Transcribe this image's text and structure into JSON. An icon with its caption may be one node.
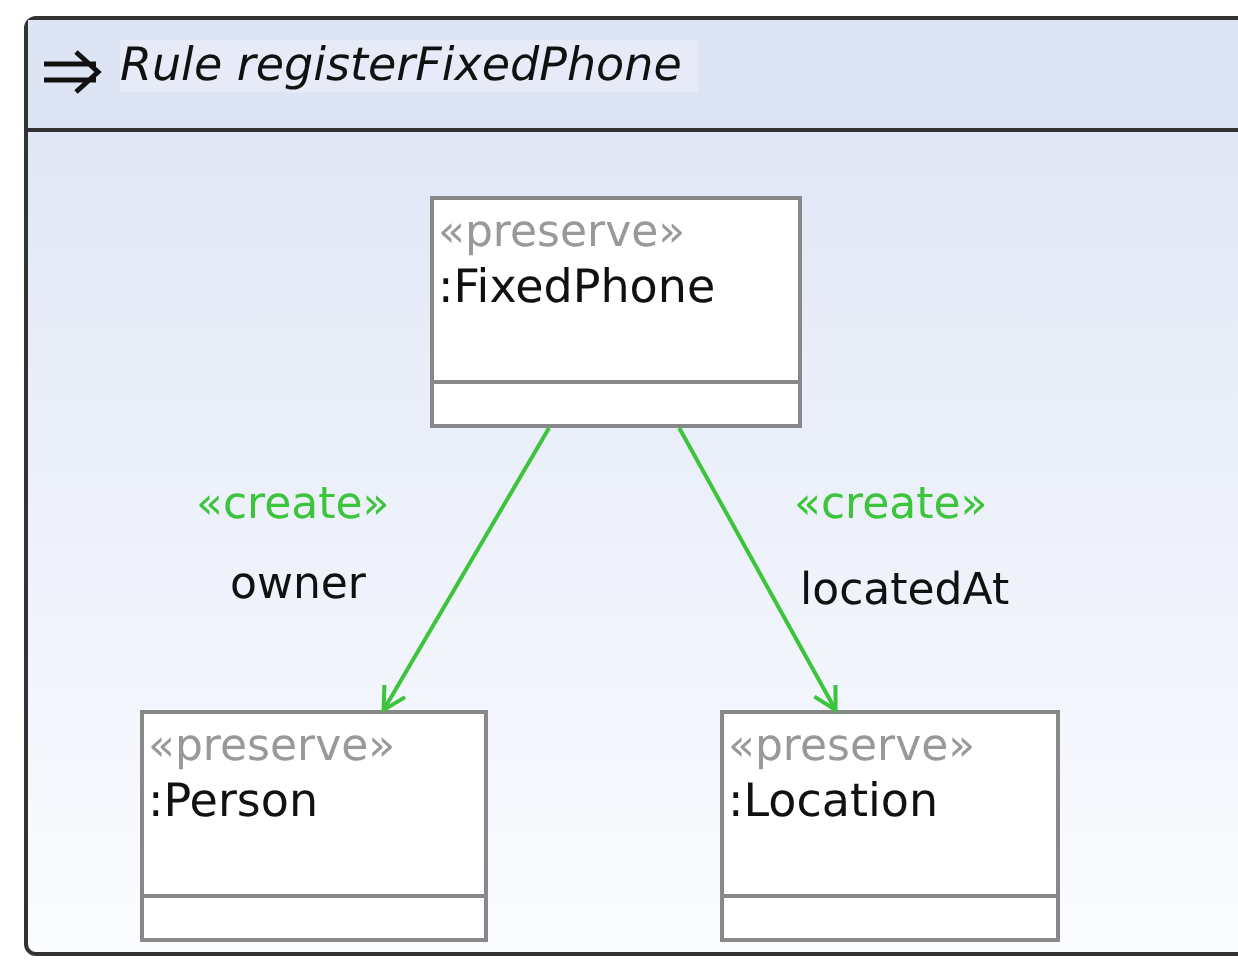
{
  "diagram": {
    "nodes": [
      {
        "text": [
          "Rule registerFixedPhone"
        ]
      },
      {
        "text": [
          "«preserve»",
          ":FixedPhone"
        ],
        "in": 0
      },
      {
        "text": [
          "«preserve»",
          ":Person"
        ],
        "in": 0
      },
      {
        "text": [
          "«preserve»",
          ":Location"
        ],
        "in": 0
      }
    ],
    "edges": [
      {
        "from": 1,
        "to": 2,
        "arrow": "to",
        "label": "owner"
      },
      {
        "from": 1,
        "to": 3,
        "arrow": "to",
        "label": "locatedAt"
      }
    ],
    "labels": [
      "«create»",
      "«create»"
    ]
  }
}
